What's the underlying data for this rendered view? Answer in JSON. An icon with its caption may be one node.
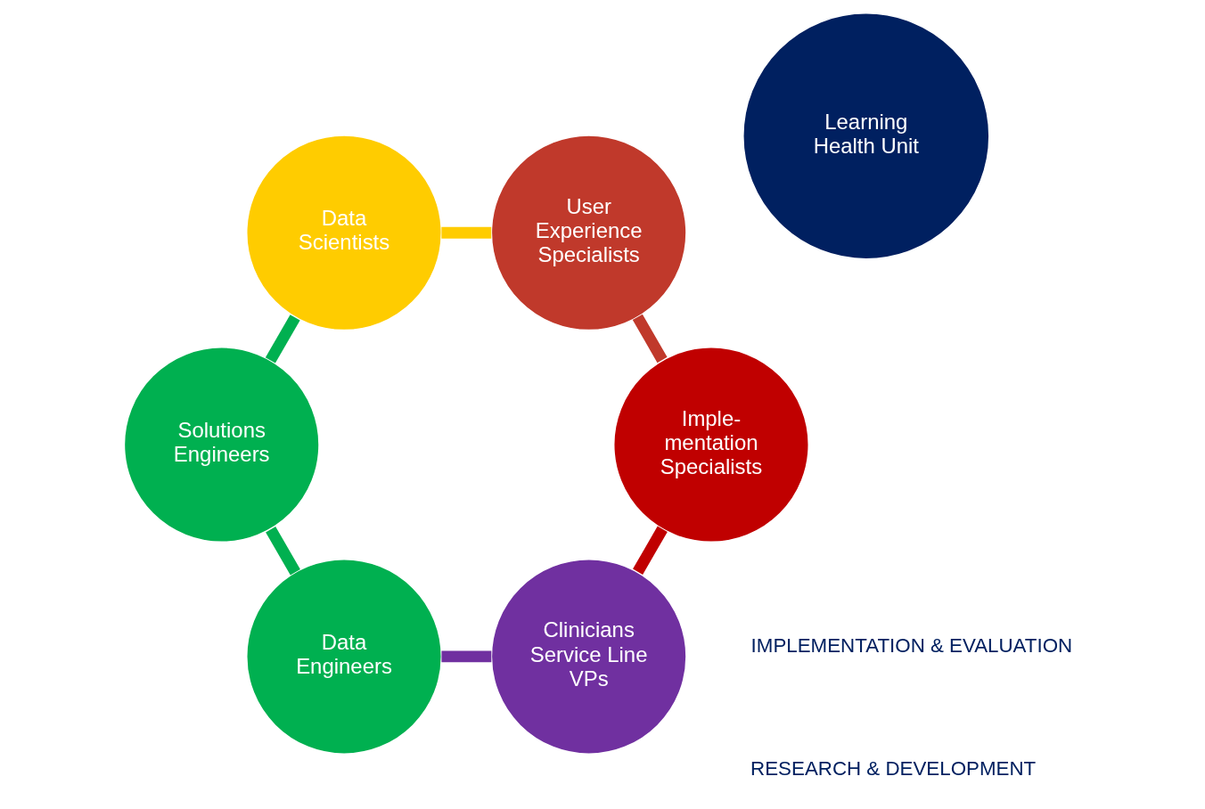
{
  "diagram": {
    "nodes": [
      {
        "text": [
          "Clinicians",
          "Service Line VPs"
        ]
      },
      {
        "text": [
          "Data Engineers"
        ]
      },
      {
        "text": [
          "Solutions Engineers"
        ]
      },
      {
        "text": [
          "Data Scientists"
        ]
      },
      {
        "text": [
          "User Experience Specialists"
        ]
      },
      {
        "text": [
          "Imple- mentation Specialists"
        ]
      },
      {
        "text": [
          "Learning Health Unit"
        ]
      }
    ],
    "edges": [
      {
        "from": 0,
        "to": 1,
        "arrow": "none",
        "color": "#7030a0"
      },
      {
        "from": 1,
        "to": 2,
        "arrow": "none",
        "color": "#00b050"
      },
      {
        "from": 2,
        "to": 3,
        "arrow": "none",
        "color": "#00b050"
      },
      {
        "from": 3,
        "to": 4,
        "arrow": "none",
        "color": "#ffcc00"
      },
      {
        "from": 4,
        "to": 5,
        "arrow": "none",
        "color": "#c0392b"
      },
      {
        "from": 5,
        "to": 0,
        "arrow": "none",
        "color": "#c00000"
      }
    ],
    "labels": [
      "IMPLEMENTATION & EVALUATION",
      "RESEARCH & DEVELOPMENT"
    ]
  }
}
